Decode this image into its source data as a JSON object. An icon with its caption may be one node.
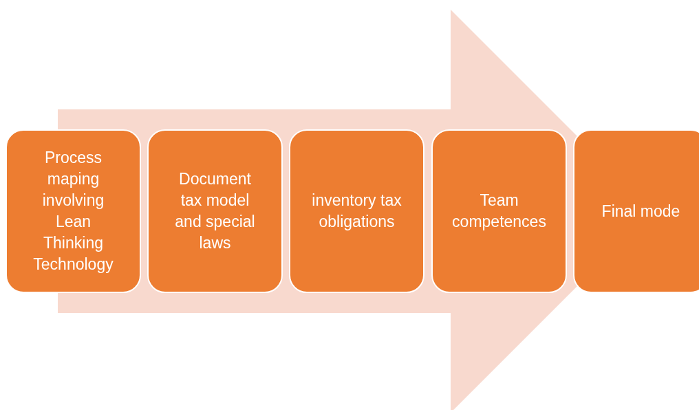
{
  "diagram": {
    "nodes": [
      {
        "text": [
          "Process maping involving Lean Thinking Technology"
        ]
      },
      {
        "text": [
          "Document tax model and special laws"
        ]
      },
      {
        "text": [
          "inventory tax obligations"
        ]
      },
      {
        "text": [
          "Team competences"
        ]
      },
      {
        "text": [
          "Final mode"
        ]
      }
    ],
    "edges": [
      {
        "from": 0,
        "to": 4,
        "arrow": "to",
        "style": "thick"
      }
    ]
  }
}
